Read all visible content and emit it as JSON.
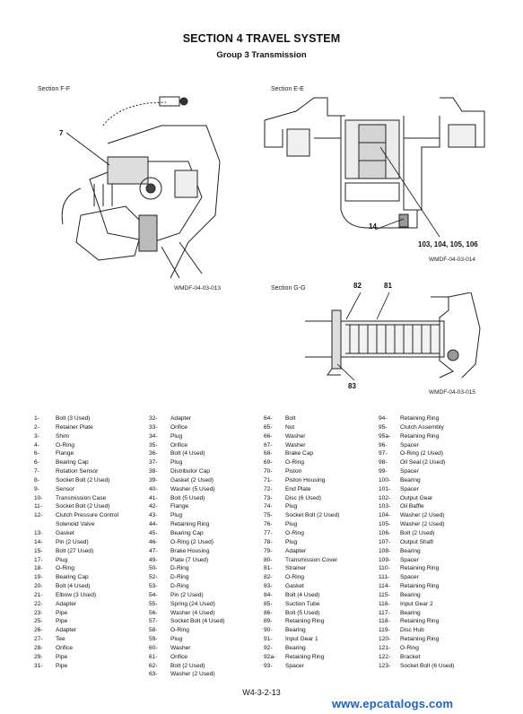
{
  "header": {
    "title": "SECTION 4 TRAVEL SYSTEM",
    "subtitle": "Group 3 Transmission"
  },
  "figures": {
    "ff": {
      "label": "Section F-F",
      "callout": "7",
      "ref": "WMDF-04-03-013"
    },
    "ee": {
      "label": "Section E-E",
      "callout_a": "14",
      "callout_b": "103, 104, 105, 106",
      "ref": "WMDF-04-03-014"
    },
    "gg": {
      "label": "Section G-G",
      "callout_a": "82",
      "callout_b": "81",
      "callout_c": "83",
      "ref": "WMDF-04-03-015"
    }
  },
  "parts": {
    "col1": [
      [
        "1-",
        "Bolt (3 Used)"
      ],
      [
        "2-",
        "Retainer Plate"
      ],
      [
        "3-",
        "Shim"
      ],
      [
        "4-",
        "O-Ring"
      ],
      [
        "6-",
        "Flange"
      ],
      [
        "6-",
        "Bearing Cap"
      ],
      [
        "7-",
        "Rotation Sensor"
      ],
      [
        "8-",
        "Socket Bolt (2 Used)"
      ],
      [
        "9-",
        "Sensor"
      ],
      [
        "10-",
        "Transmission Case"
      ],
      [
        "11-",
        "Socket Bolt (2 Used)"
      ],
      [
        "12-",
        "Clutch Pressure Control"
      ],
      [
        "",
        "Solenoid Valve"
      ],
      [
        "13-",
        "Gasket"
      ],
      [
        "14-",
        "Pin (2 Used)"
      ],
      [
        "15-",
        "Bolt (27 Used)"
      ],
      [
        "17-",
        "Plug"
      ],
      [
        "18-",
        "O-Ring"
      ],
      [
        "19-",
        "Bearing Cap"
      ],
      [
        "20-",
        "Bolt (4 Used)"
      ],
      [
        "21-",
        "Elbow (3 Used)"
      ],
      [
        "22-",
        "Adapter"
      ],
      [
        "23-",
        "Pipe"
      ],
      [
        "25-",
        "Pipe"
      ],
      [
        "26-",
        "Adapter"
      ],
      [
        "27-",
        "Tee"
      ],
      [
        "28-",
        "Orifice"
      ],
      [
        "29-",
        "Pipe"
      ],
      [
        "31-",
        "Pipe"
      ]
    ],
    "col2": [
      [
        "32-",
        "Adapter"
      ],
      [
        "33-",
        "Orifice"
      ],
      [
        "34-",
        "Plug"
      ],
      [
        "35-",
        "Orifice"
      ],
      [
        "36-",
        "Bolt (4 Used)"
      ],
      [
        "37-",
        "Plug"
      ],
      [
        "38-",
        "Distributor Cap"
      ],
      [
        "39-",
        "Gasket (2 Used)"
      ],
      [
        "40-",
        "Washer (5 Used)"
      ],
      [
        "41-",
        "Bolt (5 Used)"
      ],
      [
        "42-",
        "Flange"
      ],
      [
        "43-",
        "Plug"
      ],
      [
        "44-",
        "Retaining Ring"
      ],
      [
        "45-",
        "Bearing Cap"
      ],
      [
        "46-",
        "O-Ring (2 Used)"
      ],
      [
        "47-",
        "Brake Housing"
      ],
      [
        "49-",
        "Plate (7 Used)"
      ],
      [
        "50-",
        "D-Ring"
      ],
      [
        "52-",
        "D-Ring"
      ],
      [
        "53-",
        "D-Ring"
      ],
      [
        "54-",
        "Pin (2 Used)"
      ],
      [
        "55-",
        "Spring (24 Used)"
      ],
      [
        "56-",
        "Washer (4 Used)"
      ],
      [
        "57-",
        "Socket Bolt (4 Used)"
      ],
      [
        "58-",
        "O-Ring"
      ],
      [
        "59-",
        "Plug"
      ],
      [
        "60-",
        "Washer"
      ],
      [
        "61-",
        "Orifice"
      ],
      [
        "62-",
        "Bolt (2 Used)"
      ],
      [
        "63-",
        "Washer (2 Used)"
      ]
    ],
    "col3": [
      [
        "64-",
        "Bolt"
      ],
      [
        "65-",
        "Nut"
      ],
      [
        "66-",
        "Washer"
      ],
      [
        "67-",
        "Washer"
      ],
      [
        "68-",
        "Brake Cap"
      ],
      [
        "69-",
        "O-Ring"
      ],
      [
        "70-",
        "Piston"
      ],
      [
        "71-",
        "Piston Housing"
      ],
      [
        "72-",
        "End Plate"
      ],
      [
        "73-",
        "Disc (6 Used)"
      ],
      [
        "74-",
        "Plug"
      ],
      [
        "75-",
        "Socket Bolt (2 Used)"
      ],
      [
        "76-",
        "Plug"
      ],
      [
        "77-",
        "O-Ring"
      ],
      [
        "78-",
        "Plug"
      ],
      [
        "79-",
        "Adapter"
      ],
      [
        "80-",
        "Transmission Cover"
      ],
      [
        "81-",
        "Strainer"
      ],
      [
        "82-",
        "O-Ring"
      ],
      [
        "83-",
        "Gasket"
      ],
      [
        "84-",
        "Bolt (4 Used)"
      ],
      [
        "85-",
        "Suction Tube"
      ],
      [
        "86-",
        "Bolt (5 Used)"
      ],
      [
        "89-",
        "Retaining Ring"
      ],
      [
        "90-",
        "Bearing"
      ],
      [
        "91-",
        "Input Gear 1"
      ],
      [
        "92-",
        "Bearing"
      ],
      [
        "92a-",
        "Retaining Ring"
      ],
      [
        "93-",
        "Spacer"
      ]
    ],
    "col4": [
      [
        "94-",
        "Retaining Ring"
      ],
      [
        "95-",
        "Clutch Assembly"
      ],
      [
        "95a-",
        "Retaining Ring"
      ],
      [
        "96-",
        "Spacer"
      ],
      [
        "97-",
        "O-Ring (2 Used)"
      ],
      [
        "98-",
        "Oil Seal (2 Used)"
      ],
      [
        "99-",
        "Spacer"
      ],
      [
        "100-",
        "Bearing"
      ],
      [
        "101-",
        "Spacer"
      ],
      [
        "102-",
        "Output Gear"
      ],
      [
        "103-",
        "Oil Baffle"
      ],
      [
        "104-",
        "Washer (2 Used)"
      ],
      [
        "105-",
        "Washer (2 Used)"
      ],
      [
        "106-",
        "Bolt (2 Used)"
      ],
      [
        "107-",
        "Output Shaft"
      ],
      [
        "108-",
        "Bearing"
      ],
      [
        "109-",
        "Spacer"
      ],
      [
        "110-",
        "Retaining Ring"
      ],
      [
        "111-",
        "Spacer"
      ],
      [
        "114-",
        "Retaining Ring"
      ],
      [
        "115-",
        "Bearing"
      ],
      [
        "116-",
        "Input Gear 2"
      ],
      [
        "117-",
        "Bearing"
      ],
      [
        "118-",
        "Retaining Ring"
      ],
      [
        "119-",
        "Disc Hub"
      ],
      [
        "120-",
        "Retaining Ring"
      ],
      [
        "121-",
        "O-Ring"
      ],
      [
        "122-",
        "Bracket"
      ],
      [
        "123-",
        "Socket Bolt (6 Used)"
      ]
    ]
  },
  "footer": {
    "page_number": "W4-3-2-13",
    "watermark": "www.epcatalogs.com"
  }
}
